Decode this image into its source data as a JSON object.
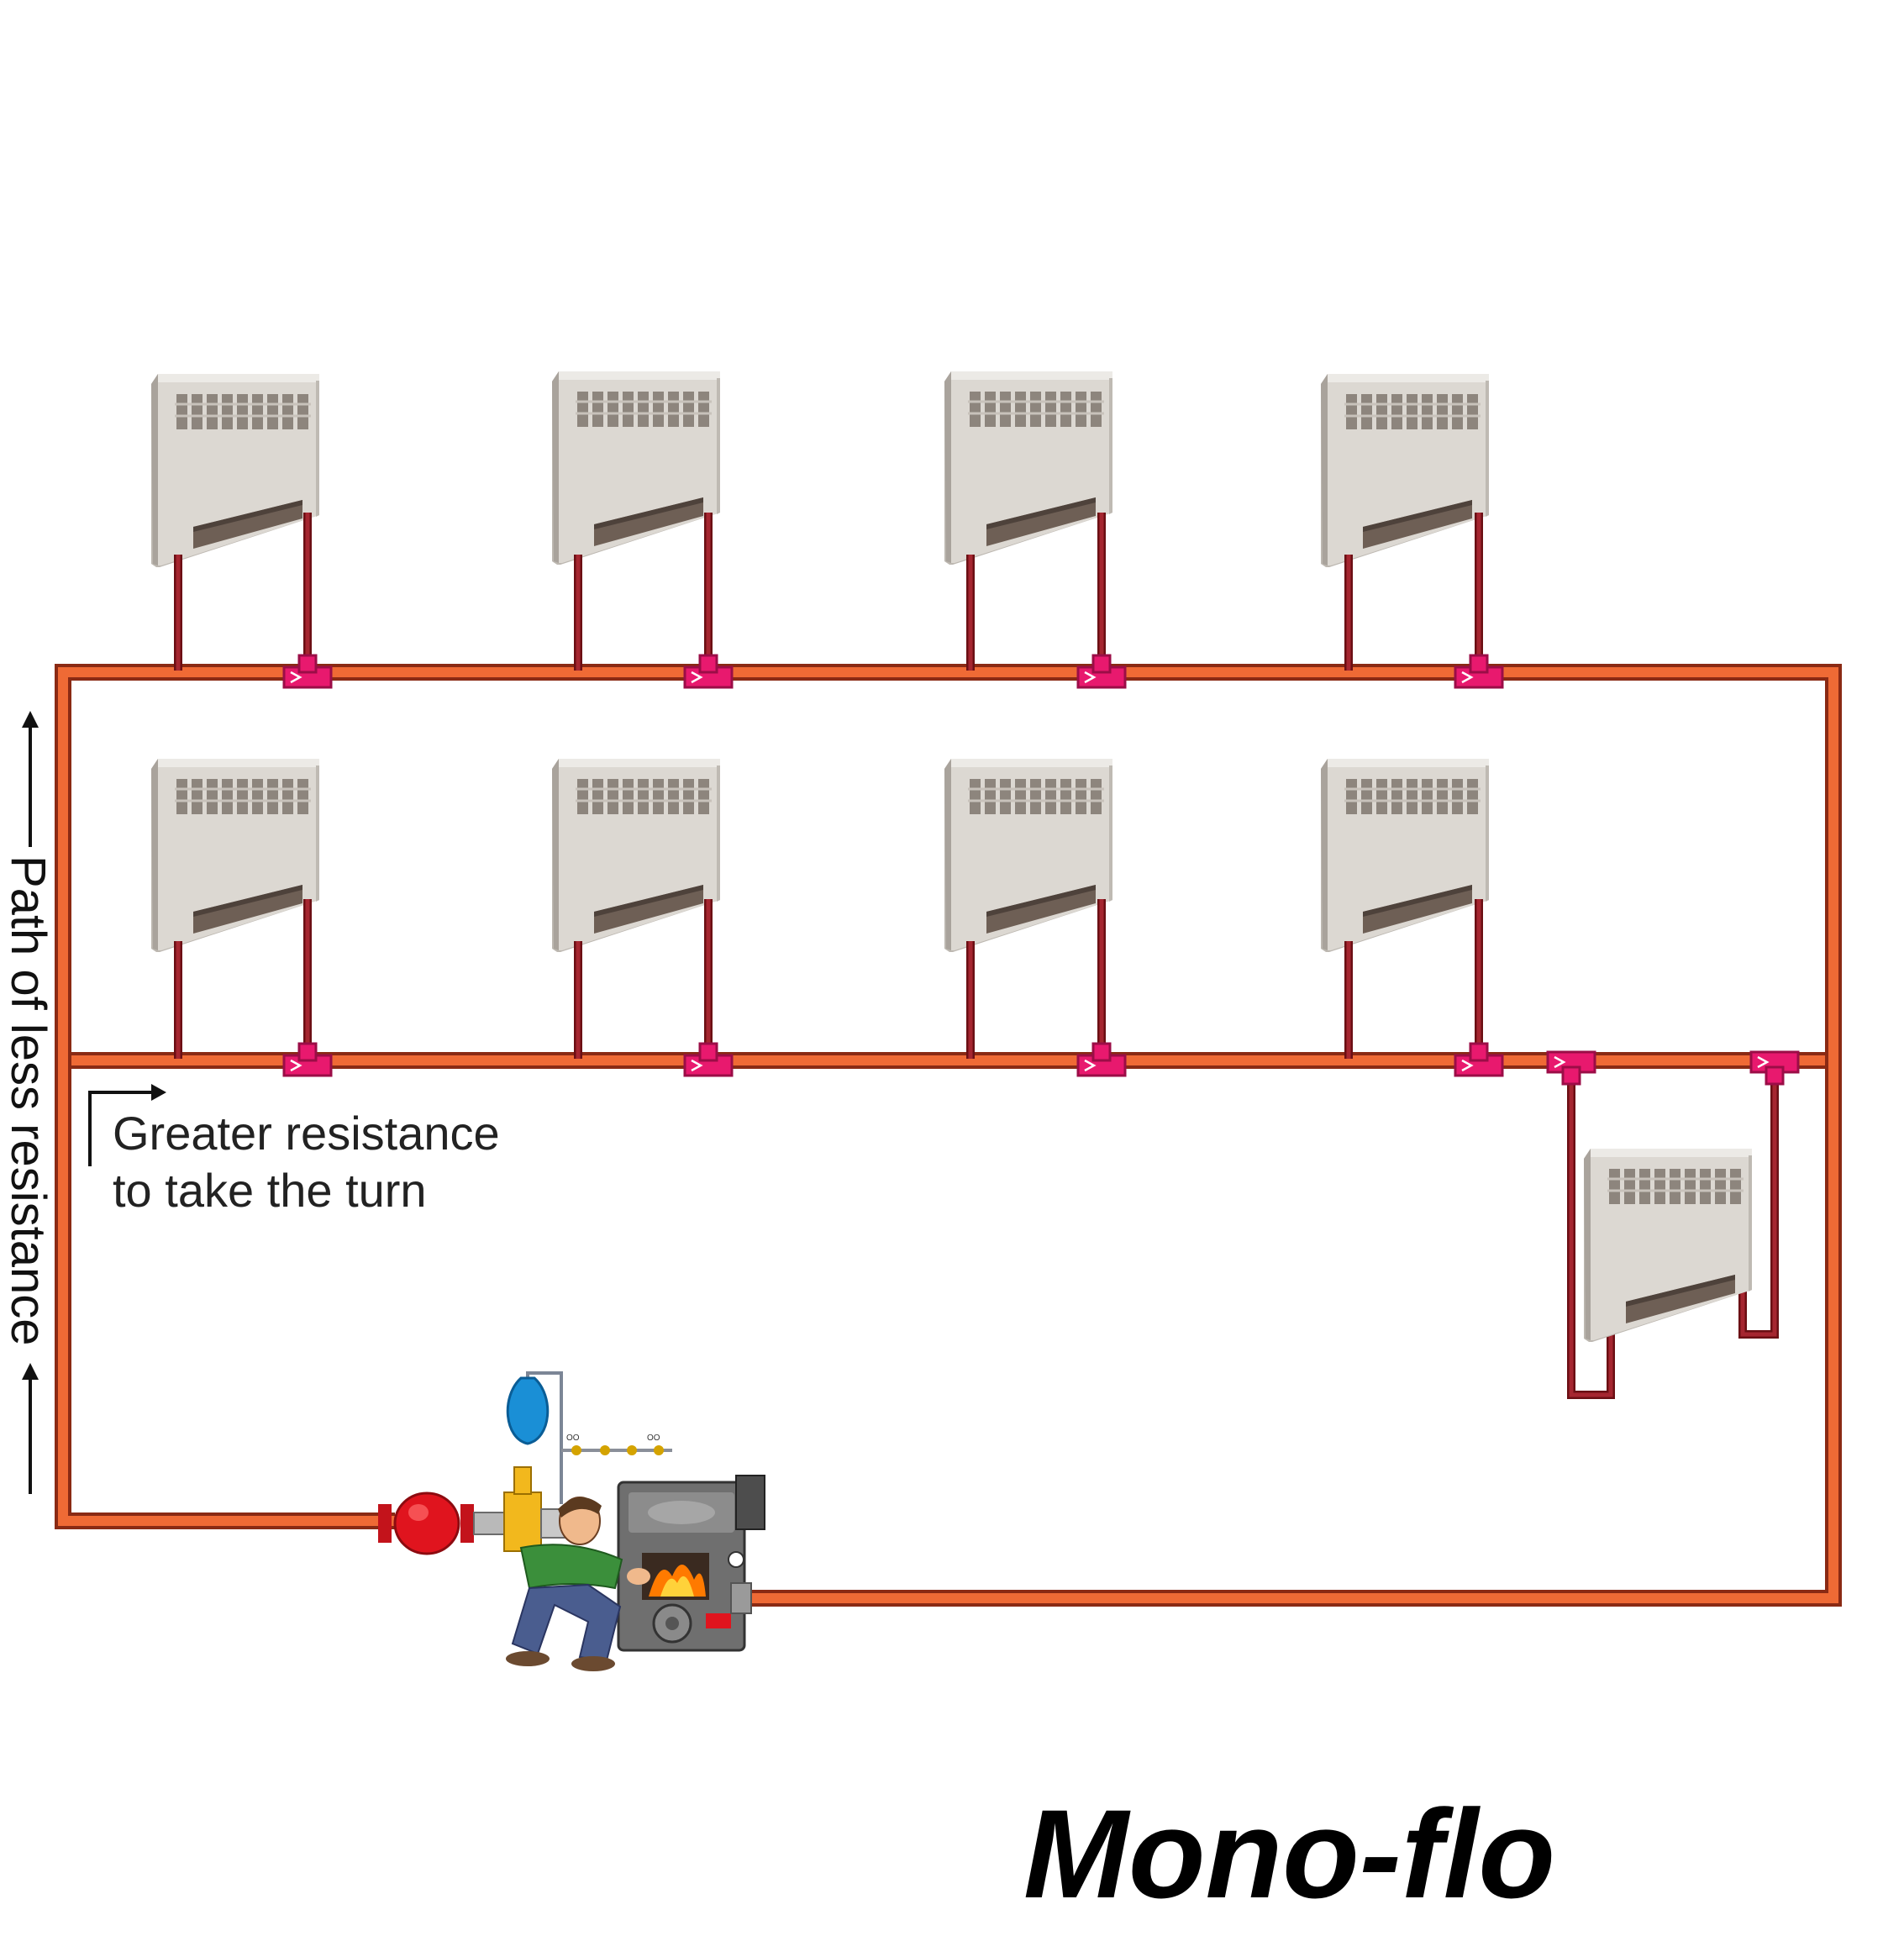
{
  "labels": {
    "greater_resistance_line1": "Greater resistance",
    "greater_resistance_line2": "to take the turn",
    "path_of_less_resistance": "Path of less resistance",
    "title": "Mono-flo"
  },
  "colors": {
    "main_pipe": "#ef6a35",
    "main_pipe_outline": "#8a2a14",
    "radiator_branch_pipe": "#a52630",
    "monoflo_tee": "#e8196e",
    "radiator_body": "#dcd8d2",
    "circulator_pump": "#e0141e",
    "expansion_tank": "#1a8fd6",
    "boiler_body": "#6f6f6f",
    "boiler_flame": "#ff7a00"
  },
  "components": {
    "radiator_count": 9,
    "monoflo_tee_count": 10,
    "boiler": "boiler-icon",
    "pump": "circulator-pump-icon",
    "expansion_tank": "expansion-tank-icon",
    "technician": "technician-icon"
  }
}
